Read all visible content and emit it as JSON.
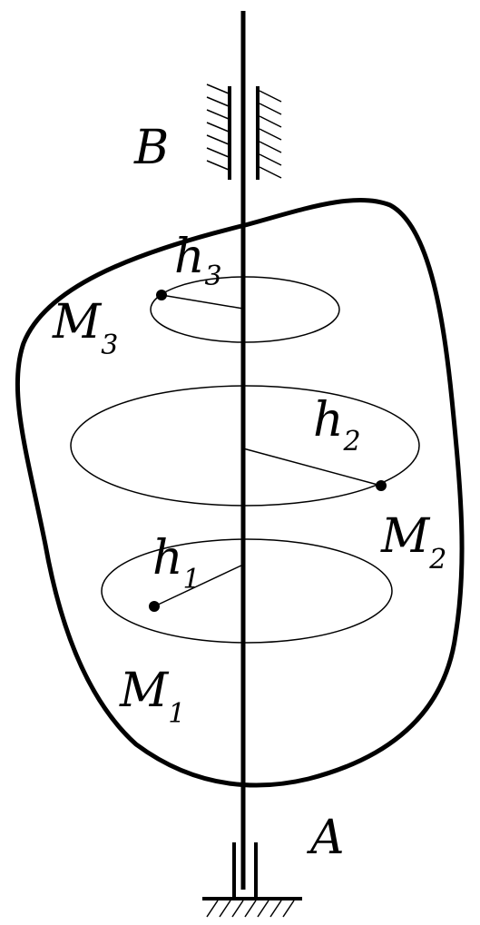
{
  "labels": {
    "B": "B",
    "A": "A",
    "M": "M",
    "h": "h",
    "sub_1": "1",
    "sub_2": "2",
    "sub_3": "3"
  },
  "colors": {
    "ink": "#000000",
    "background": "#ffffff"
  }
}
